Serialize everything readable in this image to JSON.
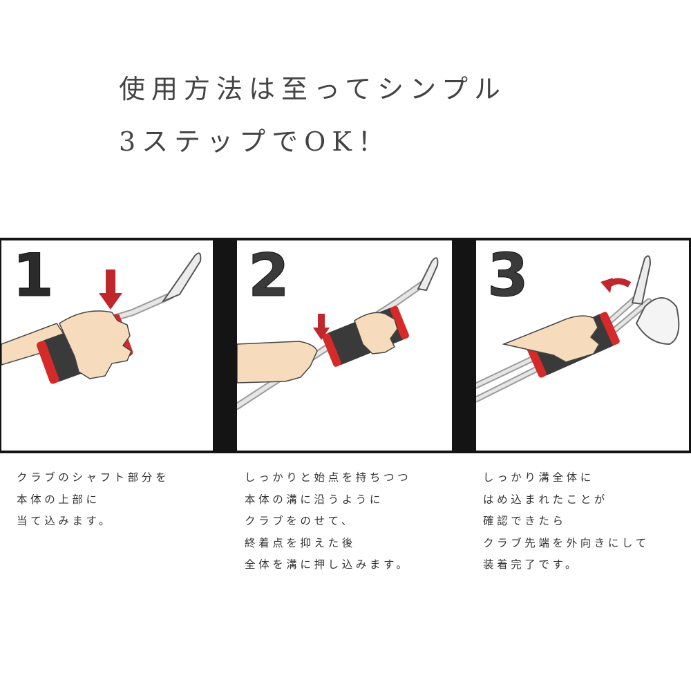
{
  "headline": {
    "line1": "使用方法は至ってシンプル",
    "line2": "3ステップでOK！"
  },
  "steps": [
    {
      "number": "1",
      "lines": [
        "クラブのシャフト部分を",
        "本体の上部に",
        "当て込みます。"
      ]
    },
    {
      "number": "2",
      "lines": [
        "しっかりと始点を持ちつつ",
        "本体の溝に沿うように",
        "クラブをのせて、",
        "終着点を抑えた後",
        "全体を溝に押し込みます。"
      ]
    },
    {
      "number": "3",
      "lines": [
        "しっかり溝全体に",
        "はめ込まれたことが",
        "確認できたら",
        "クラブ先端を外向きにして",
        "装着完了です。"
      ]
    }
  ],
  "colors": {
    "frame": "#141414",
    "arrow": "#c0272d",
    "grip": "#3a3a3a",
    "grip_caps": "#d42a2a",
    "skin": "#f6dcbc",
    "text": "#333333"
  },
  "icons": [
    "down-arrow-icon",
    "curved-arrow-icon",
    "golf-club-illustration",
    "hand-illustration"
  ]
}
